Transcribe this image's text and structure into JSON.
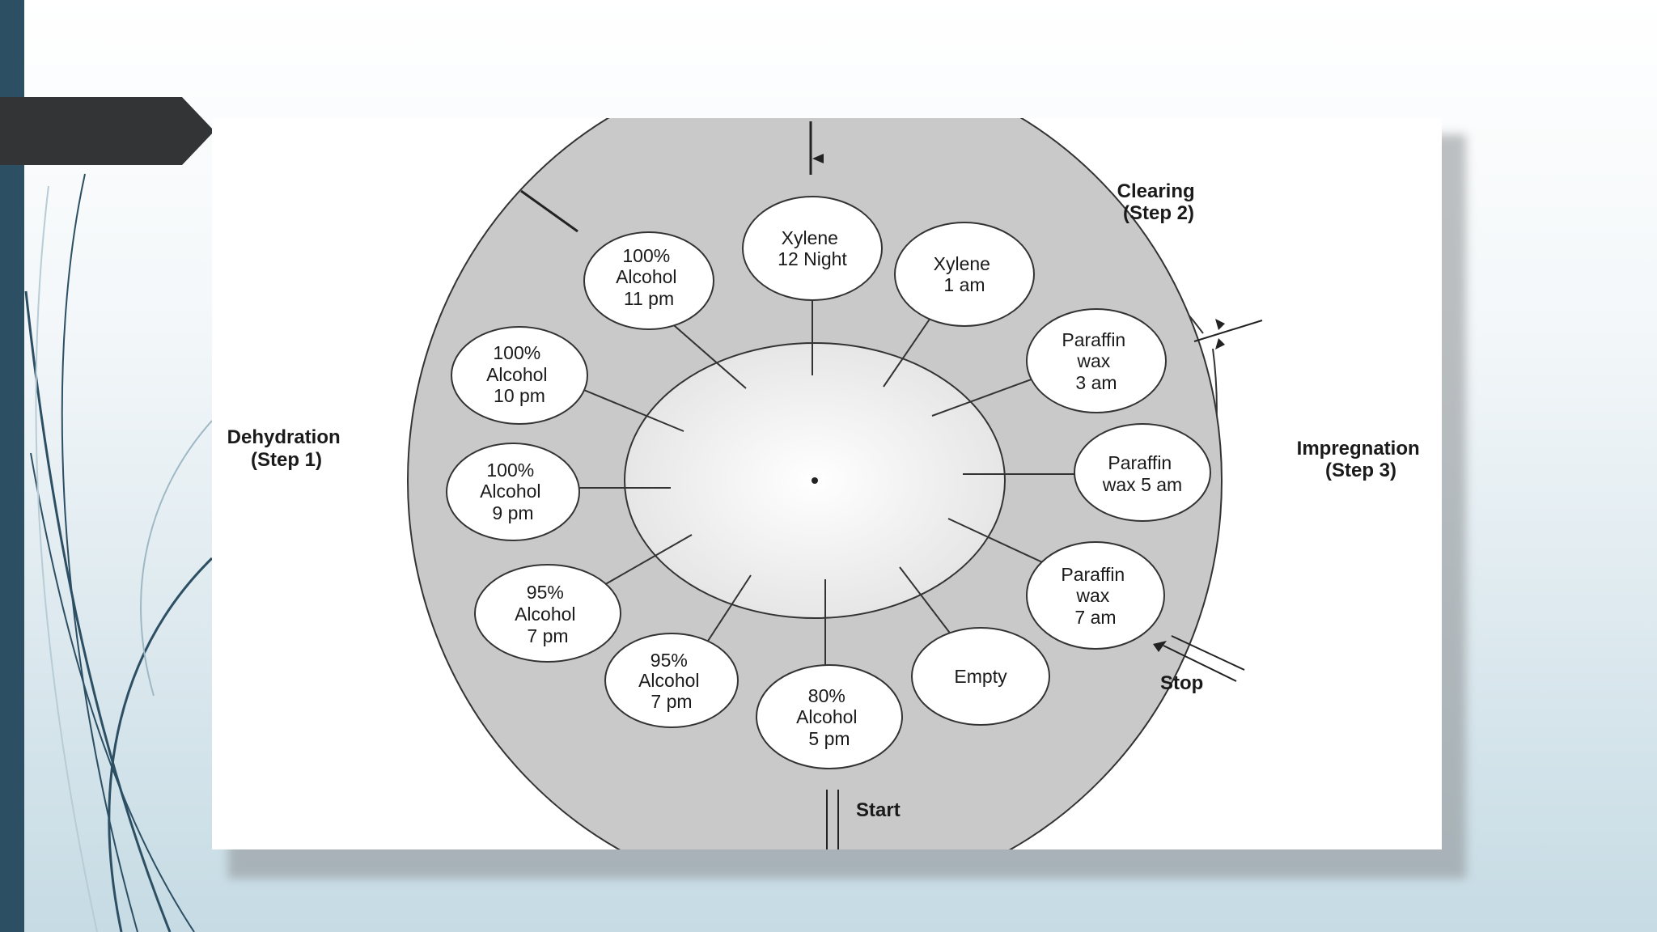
{
  "slide": {
    "title_tab": "",
    "colors": {
      "left_bar": "#2d4f63",
      "tab": "#333436",
      "disk_ring": "#c9c9c9",
      "accent_line": "#2d4f63"
    }
  },
  "diagram": {
    "stations": [
      {
        "id": "xylene-12",
        "lines": [
          "Xylene",
          "12 Night"
        ]
      },
      {
        "id": "xylene-1",
        "lines": [
          "Xylene",
          "1 am"
        ]
      },
      {
        "id": "paraffin-3",
        "lines": [
          "Paraffin",
          "wax",
          "3 am"
        ]
      },
      {
        "id": "paraffin-5",
        "lines": [
          "Paraffin",
          "wax 5 am"
        ]
      },
      {
        "id": "paraffin-7",
        "lines": [
          "Paraffin",
          "wax",
          "7 am"
        ]
      },
      {
        "id": "empty",
        "lines": [
          "Empty"
        ]
      },
      {
        "id": "alcohol80-5pm",
        "lines": [
          "80%",
          "Alcohol",
          "5 pm"
        ]
      },
      {
        "id": "alcohol95-7pm-a",
        "lines": [
          "95%",
          "Alcohol",
          "7 pm"
        ]
      },
      {
        "id": "alcohol95-7pm-b",
        "lines": [
          "95%",
          "Alcohol",
          "7 pm"
        ]
      },
      {
        "id": "alcohol100-9pm",
        "lines": [
          "100%",
          "Alcohol",
          "9 pm"
        ]
      },
      {
        "id": "alcohol100-10pm",
        "lines": [
          "100%",
          "Alcohol",
          "10 pm"
        ]
      },
      {
        "id": "alcohol100-11pm",
        "lines": [
          "100%",
          "Alcohol",
          "11 pm"
        ]
      }
    ],
    "labels": {
      "clearing": [
        "Clearing",
        "(Step 2)"
      ],
      "dehydration": [
        "Dehydration",
        "(Step 1)"
      ],
      "impregnation": [
        "Impregnation",
        "(Step 3)"
      ],
      "stop": "Stop",
      "start": "Start"
    }
  }
}
